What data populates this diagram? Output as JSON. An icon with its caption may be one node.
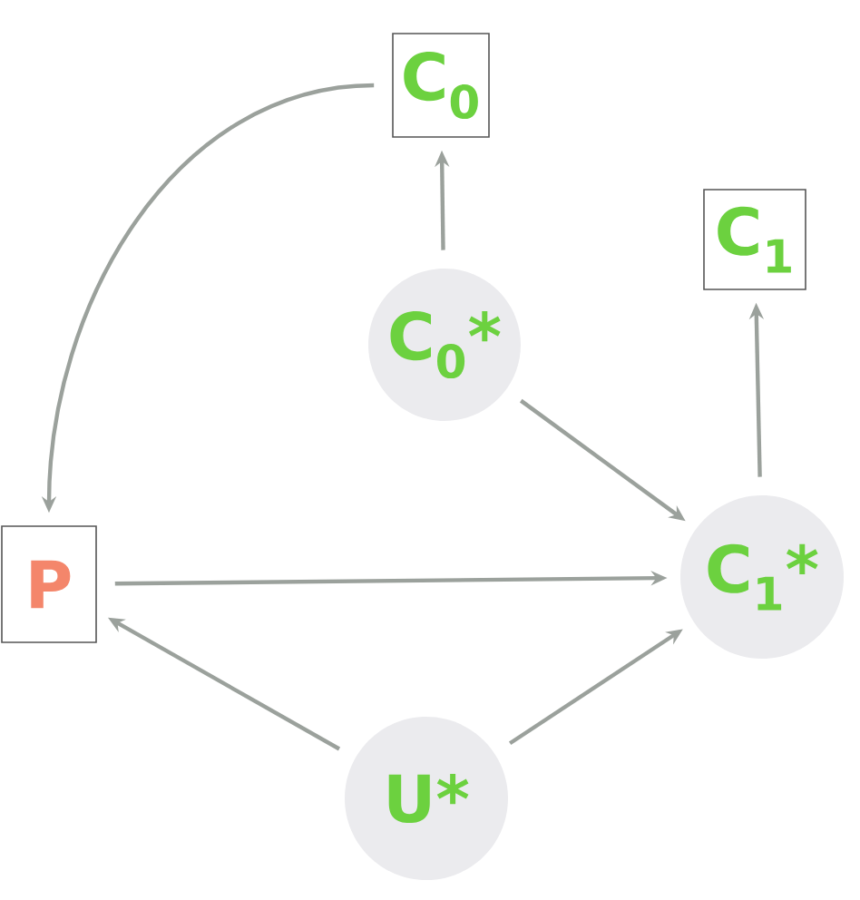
{
  "diagram": {
    "nodes": [
      {
        "text": [
          "C$_{0}$"
        ]
      },
      {
        "text": [
          "C$_{1}$"
        ]
      },
      {
        "text": [
          "P"
        ]
      },
      {
        "text": [
          "C$_{0}$*"
        ]
      },
      {
        "text": [
          "C$_{1}$*"
        ]
      },
      {
        "text": [
          "U*"
        ]
      }
    ],
    "edges": [
      {
        "from": 0,
        "to": 2,
        "arrow": "to"
      },
      {
        "from": 3,
        "to": 0,
        "arrow": "to"
      },
      {
        "from": 3,
        "to": 4,
        "arrow": "to"
      },
      {
        "from": 4,
        "to": 1,
        "arrow": "to"
      },
      {
        "from": 2,
        "to": 4,
        "arrow": "to"
      },
      {
        "from": 5,
        "to": 2,
        "arrow": "to"
      },
      {
        "from": 5,
        "to": 4,
        "arrow": "to"
      }
    ]
  }
}
